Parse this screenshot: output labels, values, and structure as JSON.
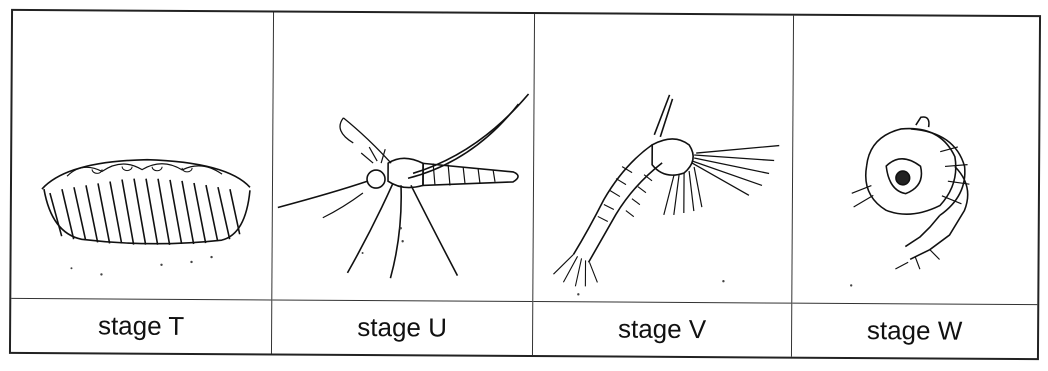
{
  "stages": [
    {
      "label": "stage T",
      "icon": "egg-raft-icon"
    },
    {
      "label": "stage U",
      "icon": "adult-mosquito-icon"
    },
    {
      "label": "stage V",
      "icon": "larva-icon"
    },
    {
      "label": "stage W",
      "icon": "pupa-icon"
    }
  ]
}
